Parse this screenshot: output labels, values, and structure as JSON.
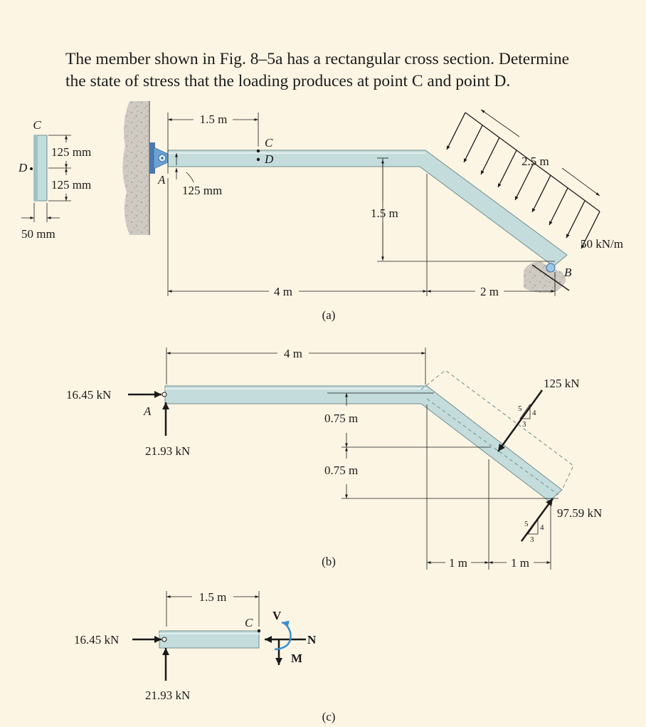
{
  "problem": {
    "line1": "The member shown in Fig. 8–5a has a rectangular cross section. Determine",
    "line2": "the state of stress that the loading produces at point C and point D."
  },
  "fig_a": {
    "caption": "(a)",
    "cross_section": {
      "point_C": "C",
      "point_D": "D",
      "upper_dim": "125 mm",
      "lower_dim": "125 mm",
      "width_dim": "50 mm"
    },
    "dim_1_5m": "1.5 m",
    "point_C": "C",
    "point_D": "D",
    "support_A": "A",
    "dim_125mm": "125 mm",
    "dim_1_5m_vertical": "1.5 m",
    "dim_4m": "4 m",
    "dim_2m": "2 m",
    "dim_2_5m": "2.5 m",
    "load": "50 kN/m",
    "support_B": "B"
  },
  "fig_b": {
    "caption": "(b)",
    "dim_4m": "4 m",
    "force_horizontal": "16.45 kN",
    "support_A": "A",
    "force_vertical": "21.93 kN",
    "dim_0_75m_upper": "0.75 m",
    "dim_0_75m_lower": "0.75 m",
    "resultant_load": "125 kN",
    "reaction_B": "97.59 kN",
    "dim_1m_left": "1 m",
    "dim_1m_right": "1 m",
    "slope_triangle": {
      "hyp": "5",
      "vertical": "4",
      "horizontal": "3"
    }
  },
  "fig_c": {
    "caption": "(c)",
    "dim_1_5m": "1.5 m",
    "force_horizontal": "16.45 kN",
    "force_vertical": "21.93 kN",
    "point_C": "C",
    "shear": "V",
    "normal": "N",
    "moment": "M"
  },
  "colors": {
    "background": "#fdf5e4",
    "member_fill": "#c4dcdc",
    "member_stroke": "#6f8f8f",
    "moment_arrow": "#3a8fd0",
    "wall": "#c8c4bc"
  }
}
